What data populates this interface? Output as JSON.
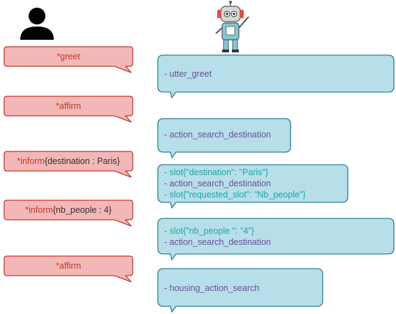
{
  "user_messages": [
    {
      "intent": "*greet",
      "entities": ""
    },
    {
      "intent": "*affirm",
      "entities": ""
    },
    {
      "intent": "*inform",
      "entities": "{destination : Paris}"
    },
    {
      "intent": "*inform",
      "entities": "{nb_people : 4}"
    },
    {
      "intent": "*affirm",
      "entities": ""
    }
  ],
  "bot_messages": [
    {
      "lines": [
        {
          "text": "- utter_greet",
          "kind": "action"
        }
      ]
    },
    {
      "lines": [
        {
          "text": "- action_search_destination",
          "kind": "action"
        }
      ]
    },
    {
      "lines": [
        {
          "text": "- slot{\"destination\": \"Paris\"}",
          "kind": "slot"
        },
        {
          "text": "- action_search_destination",
          "kind": "action"
        },
        {
          "text": "- slot{\"requested_slot\": \"Nb_people\"}",
          "kind": "slot"
        }
      ]
    },
    {
      "lines": [
        {
          "text": "- slot{\"nb_people \": \"4\"}",
          "kind": "slot"
        },
        {
          "text": "- action_search_destination",
          "kind": "action"
        }
      ]
    },
    {
      "lines": [
        {
          "text": "- housing_action_search",
          "kind": "action"
        }
      ]
    }
  ],
  "colors": {
    "user_fill": "#f2b8b8",
    "user_stroke": "#c0392b",
    "bot_fill": "#b7dfe9",
    "bot_stroke": "#2d7d96",
    "action_text": "#6b4c9a",
    "slot_text": "#1ea7a0"
  },
  "icons": {
    "user": "person-icon",
    "bot": "robot-icon"
  }
}
